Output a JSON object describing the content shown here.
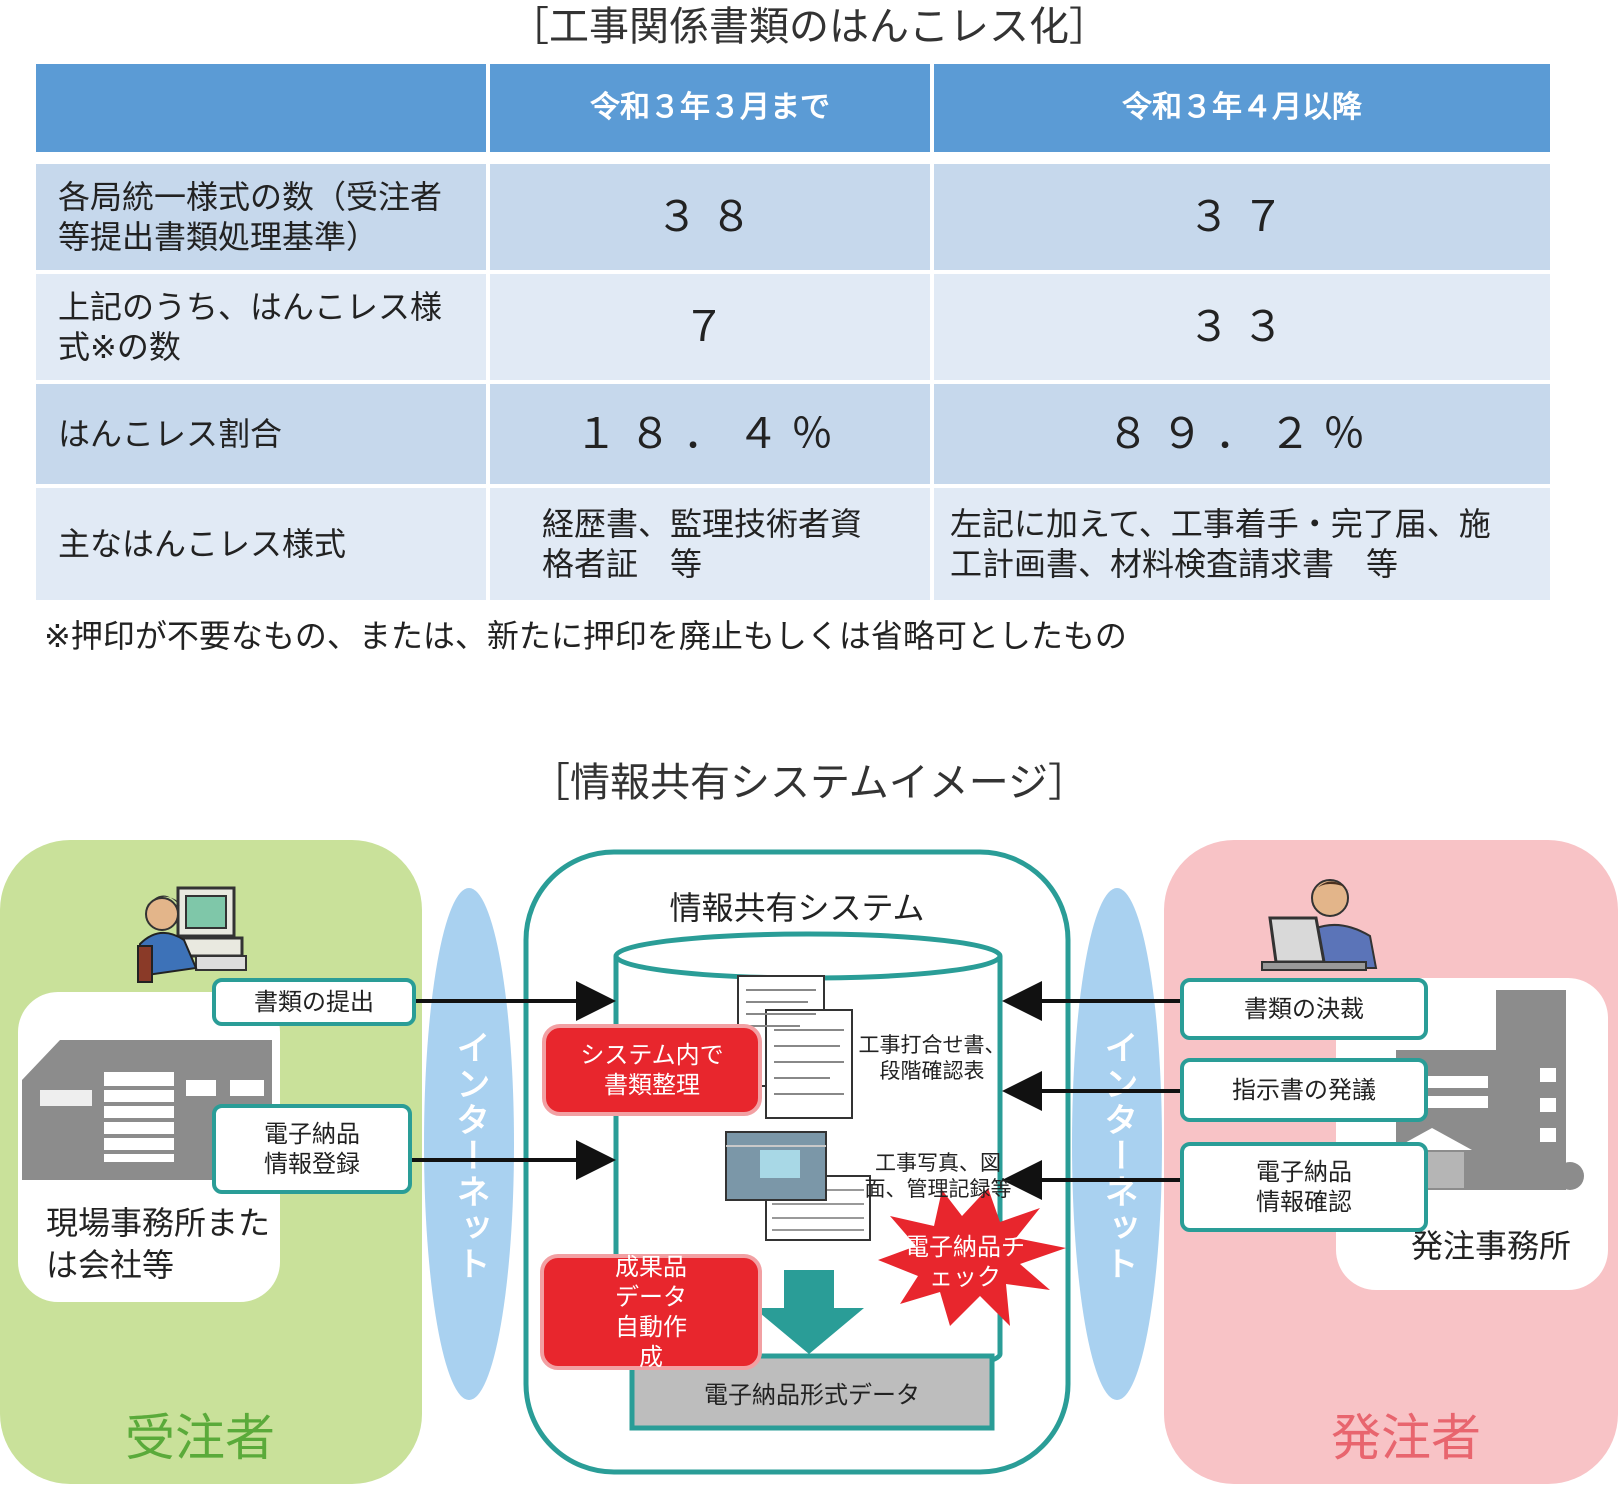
{
  "table": {
    "title": "［工事関係書類のはんこレス化］",
    "headers": [
      "",
      "令和３年３月まで",
      "令和３年４月以降"
    ],
    "rows": [
      {
        "label": "各局統一様式の数（受注者等提出書類処理基準）",
        "before": "３８",
        "after": "３７"
      },
      {
        "label": "上記のうち、はんこレス様式※の数",
        "before": "７",
        "after": "３３"
      },
      {
        "label": "はんこレス割合",
        "before": "１８．４％",
        "after": "８９．２％"
      },
      {
        "label": "主なはんこレス様式",
        "before": "経歴書、監理技術者資格者証　等",
        "after": "左記に加えて、工事着手・完了届、施工計画書、材料検査請求書　等"
      }
    ],
    "note": "※押印が不要なもの、または、新たに押印を廃止もしくは省略可としたもの"
  },
  "diagram": {
    "title": "［情報共有システムイメージ］",
    "contractor": {
      "title": "受注者",
      "office_label": "現場事務所または会社等",
      "actions": [
        "書類の提出",
        "電子納品情報登録"
      ]
    },
    "internet_label": "インターネット",
    "system": {
      "title": "情報共有システム",
      "doc_caption_1": "工事打合せ書、段階確認表",
      "doc_caption_2": "工事写真、図面、管理記録等",
      "red_1": "システム内で書類整理",
      "red_2": "成果品データ自動作成",
      "burst": "電子納品チェック",
      "output": "電子納品形式データ"
    },
    "client": {
      "title": "発注者",
      "office_label": "発注事務所",
      "actions": [
        "書類の決裁",
        "指示書の発議",
        "電子納品情報確認"
      ]
    },
    "colors": {
      "contractor_bg": "#c9e19a",
      "contractor_text": "#5aaa3a",
      "client_bg": "#f8c3c6",
      "client_text": "#e8656e",
      "system_border": "#2a9d97",
      "internet": "#a9d1f0",
      "red": "#e8262d",
      "table_header": "#5b9bd5"
    }
  }
}
